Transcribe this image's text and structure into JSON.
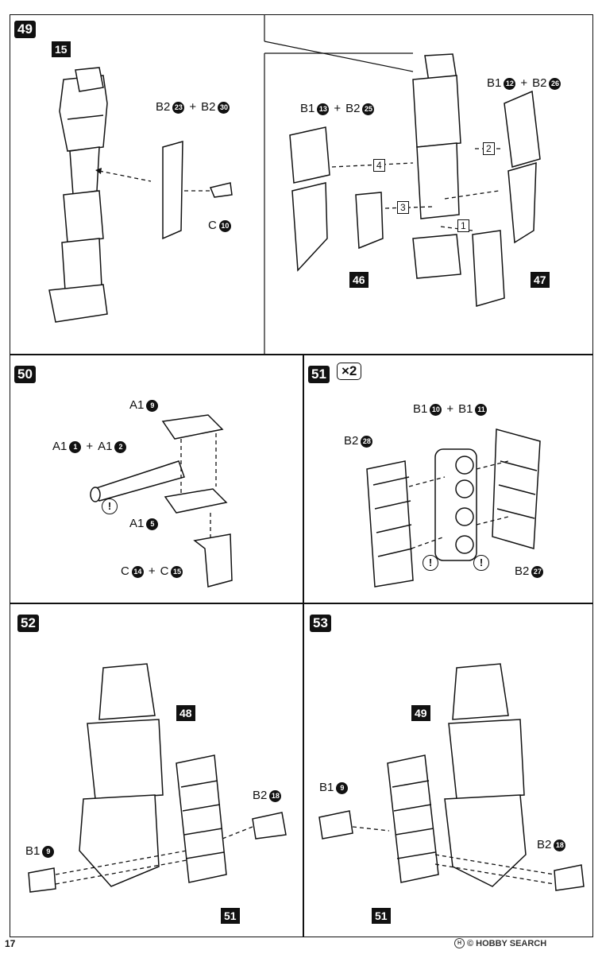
{
  "page_number": "17",
  "watermark": {
    "text": "© HOBBY SEARCH",
    "icon": "hobby-search-logo"
  },
  "steps": {
    "s49": {
      "number": "49",
      "left_base": "15",
      "label_top": {
        "a": "B2",
        "an": "23",
        "b": "B2",
        "bn": "30"
      },
      "label_c": {
        "a": "C",
        "an": "10"
      },
      "right_label_1": {
        "a": "B1",
        "an": "13",
        "b": "B2",
        "bn": "25"
      },
      "right_label_2": {
        "a": "B1",
        "an": "12",
        "b": "B2",
        "bn": "26"
      },
      "ref_46": "46",
      "ref_47": "47",
      "order": [
        "1",
        "2",
        "3",
        "4"
      ]
    },
    "s50": {
      "number": "50",
      "l1": {
        "a": "A1",
        "an": "9"
      },
      "l2": {
        "a": "A1",
        "an": "1",
        "b": "A1",
        "bn": "2"
      },
      "l3": {
        "a": "A1",
        "an": "5"
      },
      "l4": {
        "a": "C",
        "an": "14",
        "b": "C",
        "bn": "15"
      },
      "warn": "!"
    },
    "s51": {
      "number": "51",
      "multiplier": "×2",
      "l1": {
        "a": "B1",
        "an": "10",
        "b": "B1",
        "bn": "11"
      },
      "l2": {
        "a": "B2",
        "an": "28"
      },
      "l3": {
        "a": "B2",
        "an": "27"
      },
      "warn": "!"
    },
    "s52": {
      "number": "52",
      "ref_48": "48",
      "ref_51": "51",
      "l1": {
        "a": "B2",
        "an": "18"
      },
      "l2": {
        "a": "B1",
        "an": "9"
      }
    },
    "s53": {
      "number": "53",
      "ref_49": "49",
      "ref_51": "51",
      "l1": {
        "a": "B1",
        "an": "9"
      },
      "l2": {
        "a": "B2",
        "an": "18"
      }
    }
  }
}
